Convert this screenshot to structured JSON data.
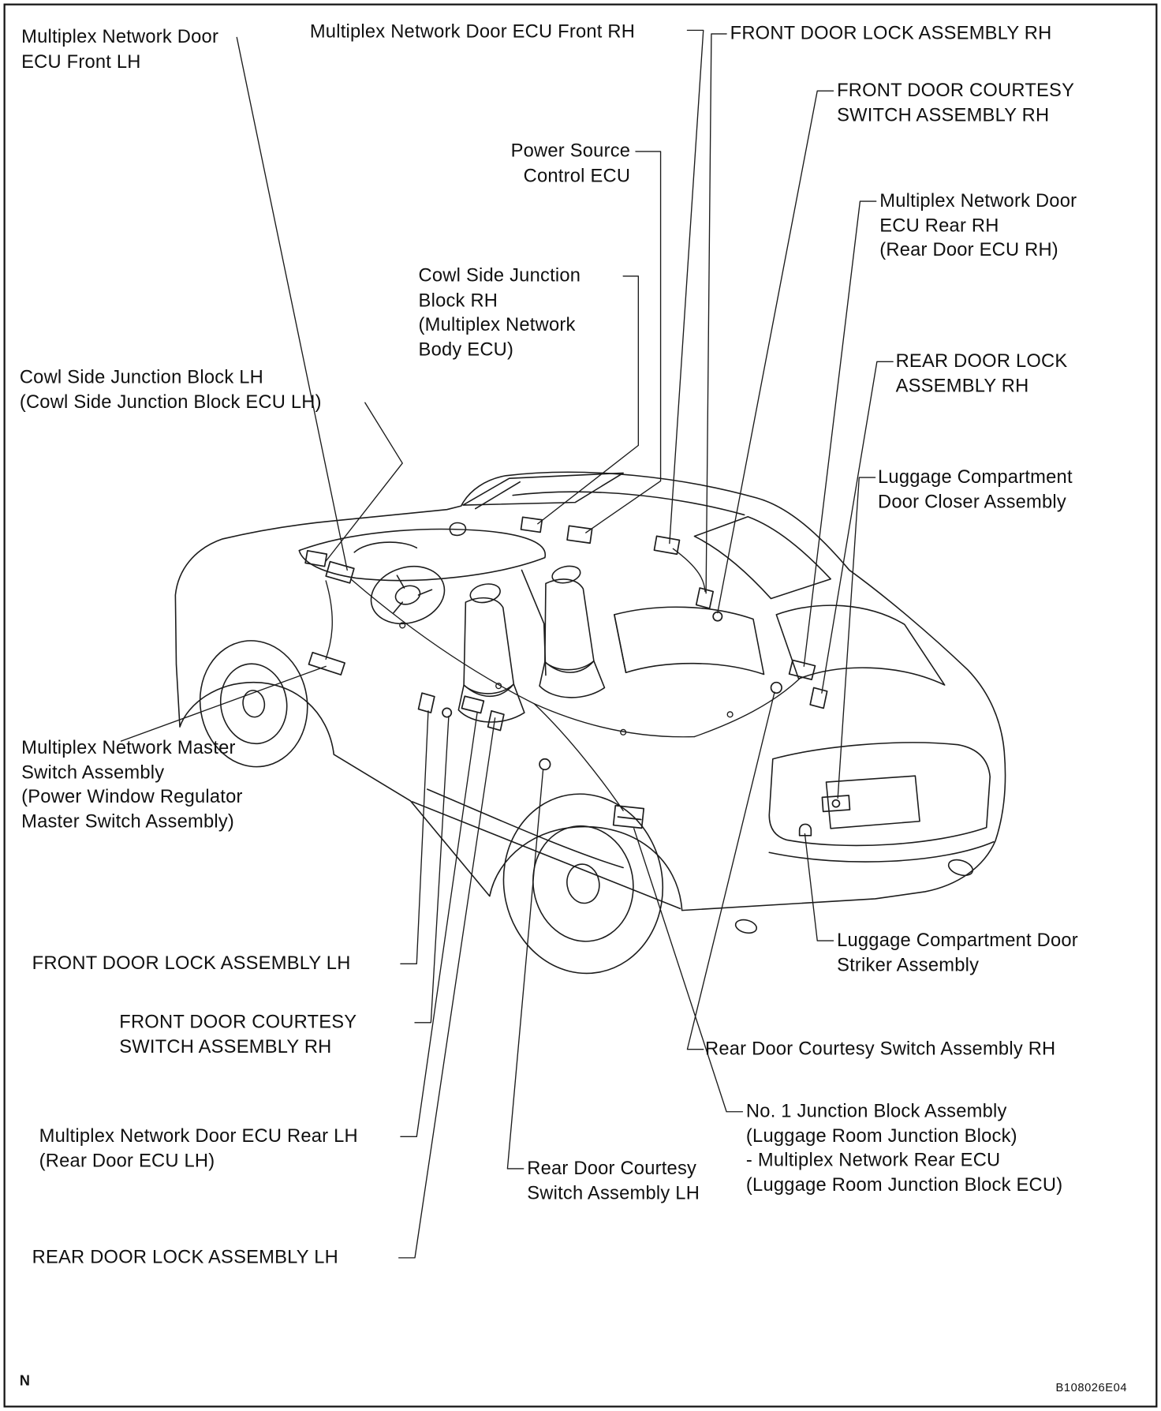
{
  "labels": {
    "multiplex_network_door_ecu_front_lh": "Multiplex Network Door\nECU Front LH",
    "multiplex_network_door_ecu_front_rh": "Multiplex Network Door ECU Front RH",
    "front_door_lock_assembly_rh": "FRONT DOOR LOCK ASSEMBLY RH",
    "front_door_courtesy_switch_assembly_rh_top": "FRONT DOOR COURTESY\nSWITCH ASSEMBLY RH",
    "power_source_control_ecu": "Power Source\nControl ECU",
    "multiplex_network_door_ecu_rear_rh": "Multiplex Network Door\nECU Rear RH\n(Rear Door ECU RH)",
    "cowl_side_junction_block_rh": "Cowl Side Junction\nBlock RH\n(Multiplex Network\nBody ECU)",
    "rear_door_lock_assembly_rh": "REAR DOOR LOCK\nASSEMBLY RH",
    "cowl_side_junction_block_lh": "Cowl Side Junction Block LH\n(Cowl Side Junction Block ECU LH)",
    "luggage_compartment_door_closer_assembly": "Luggage Compartment\nDoor Closer Assembly",
    "multiplex_network_master_switch_assembly": "Multiplex Network Master\nSwitch Assembly\n(Power Window Regulator\nMaster Switch Assembly)",
    "front_door_lock_assembly_lh": "FRONT DOOR LOCK ASSEMBLY LH",
    "front_door_courtesy_switch_assembly_lh_area": "FRONT DOOR COURTESY\nSWITCH ASSEMBLY RH",
    "luggage_compartment_door_striker_assembly": "Luggage Compartment Door\nStriker Assembly",
    "rear_door_courtesy_switch_assembly_rh": "Rear Door Courtesy Switch Assembly RH",
    "multiplex_network_door_ecu_rear_lh": "Multiplex Network Door ECU Rear LH\n(Rear Door ECU LH)",
    "no1_junction_block_assembly": "No. 1 Junction Block Assembly\n(Luggage Room Junction Block)\n- Multiplex Network Rear ECU\n(Luggage Room Junction Block ECU)",
    "rear_door_courtesy_switch_assembly_lh": "Rear Door Courtesy\nSwitch Assembly LH",
    "rear_door_lock_assembly_lh": "REAR DOOR LOCK ASSEMBLY LH"
  },
  "footer": {
    "orientation_mark": "N",
    "figure_code": "B108026E04"
  },
  "colors": {
    "line": "#1c1c1c",
    "background": "#ffffff"
  }
}
